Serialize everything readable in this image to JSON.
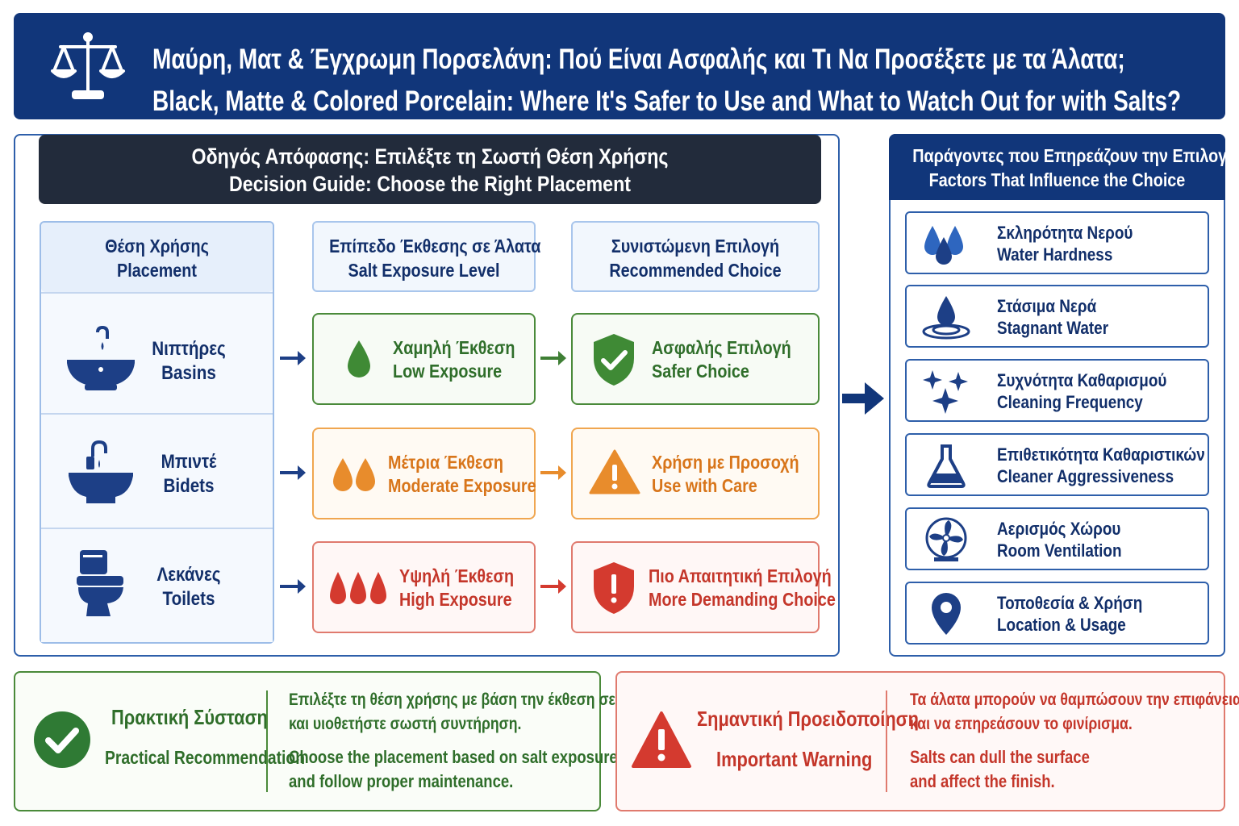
{
  "header": {
    "title_gr": "Μαύρη, Ματ & Έγχρωμη Πορσελάνη: Πού Είναι Ασφαλής και Τι Να Προσέξετε με τα Άλατα;",
    "title_en": "Black, Matte & Colored Porcelain: Where It's Safer to Use and What to Watch Out for with Salts?",
    "logo_icon": "scales-icon"
  },
  "guide": {
    "title_gr": "Οδηγός Απόφασης: Επιλέξτε τη Σωστή Θέση Χρήσης",
    "title_en": "Decision Guide: Choose the Right Placement",
    "columns": [
      {
        "gr": "Θέση Χρήσης",
        "en": "Placement"
      },
      {
        "gr": "Επίπεδο Έκθεσης σε Άλατα",
        "en": "Salt Exposure Level"
      },
      {
        "gr": "Συνιστώμενη Επιλογή",
        "en": "Recommended Choice"
      }
    ],
    "rows": [
      {
        "placement_gr": "Νιπτήρες",
        "placement_en": "Basins",
        "placement_icon": "basin-icon",
        "exposure_gr": "Χαμηλή Έκθεση",
        "exposure_en": "Low Exposure",
        "exposure_icon": "single-drop-icon",
        "choice_gr": "Ασφαλής Επιλογή",
        "choice_en": "Safer Choice",
        "choice_icon": "shield-check-icon",
        "color": "#3f7f35"
      },
      {
        "placement_gr": "Μπιντέ",
        "placement_en": "Bidets",
        "placement_icon": "bidet-icon",
        "exposure_gr": "Μέτρια Έκθεση",
        "exposure_en": "Moderate Exposure",
        "exposure_icon": "double-drop-icon",
        "choice_gr": "Χρήση με Προσοχή",
        "choice_en": "Use with Care",
        "choice_icon": "warning-triangle-icon",
        "color": "#e88c2c"
      },
      {
        "placement_gr": "Λεκάνες",
        "placement_en": "Toilets",
        "placement_icon": "toilet-icon",
        "exposure_gr": "Υψηλή Έκθεση",
        "exposure_en": "High Exposure",
        "exposure_icon": "triple-drop-icon",
        "choice_gr": "Πιο Απαιτητική Επιλογή",
        "choice_en": "More Demanding Choice",
        "choice_icon": "shield-alert-icon",
        "color": "#d43a2f"
      }
    ]
  },
  "factors": {
    "title_gr": "Παράγοντες που Επηρεάζουν την Επιλογή",
    "title_en": "Factors That Influence the Choice",
    "items": [
      {
        "gr": "Σκληρότητα Νερού",
        "en": "Water Hardness",
        "icon": "water-drops-icon"
      },
      {
        "gr": "Στάσιμα Νερά",
        "en": "Stagnant Water",
        "icon": "drop-ripple-icon"
      },
      {
        "gr": "Συχνότητα Καθαρισμού",
        "en": "Cleaning Frequency",
        "icon": "sparkles-icon"
      },
      {
        "gr": "Επιθετικότητα Καθαριστικών",
        "en": "Cleaner Aggressiveness",
        "icon": "flask-icon"
      },
      {
        "gr": "Αερισμός Χώρου",
        "en": "Room Ventilation",
        "icon": "fan-icon"
      },
      {
        "gr": "Τοποθεσία & Χρήση",
        "en": "Location & Usage",
        "icon": "location-pin-icon"
      }
    ]
  },
  "recommendation": {
    "title_gr": "Πρακτική Σύσταση",
    "title_en": "Practical Recommendation",
    "line1_gr": "Επιλέξτε τη θέση χρήσης με βάση την έκθεση σε άλατα",
    "line2_gr": "και υιοθετήστε σωστή συντήρηση.",
    "line1_en": "Choose the placement based on salt exposure",
    "line2_en": "and follow proper maintenance.",
    "icon": "check-circle-icon"
  },
  "warning": {
    "title_gr": "Σημαντική Προειδοποίηση",
    "title_en": "Important Warning",
    "line1_gr": "Τα άλατα μπορούν να θαμπώσουν την επιφάνεια",
    "line2_gr": "και να επηρεάσουν το φινίρισμα.",
    "line1_en": "Salts can dull the surface",
    "line2_en": "and affect the finish.",
    "icon": "warning-triangle-icon"
  },
  "colors": {
    "navy": "#11367a",
    "dark": "#222b3b",
    "green": "#3f7f35",
    "orange": "#e88c2c",
    "red": "#d43a2f"
  }
}
